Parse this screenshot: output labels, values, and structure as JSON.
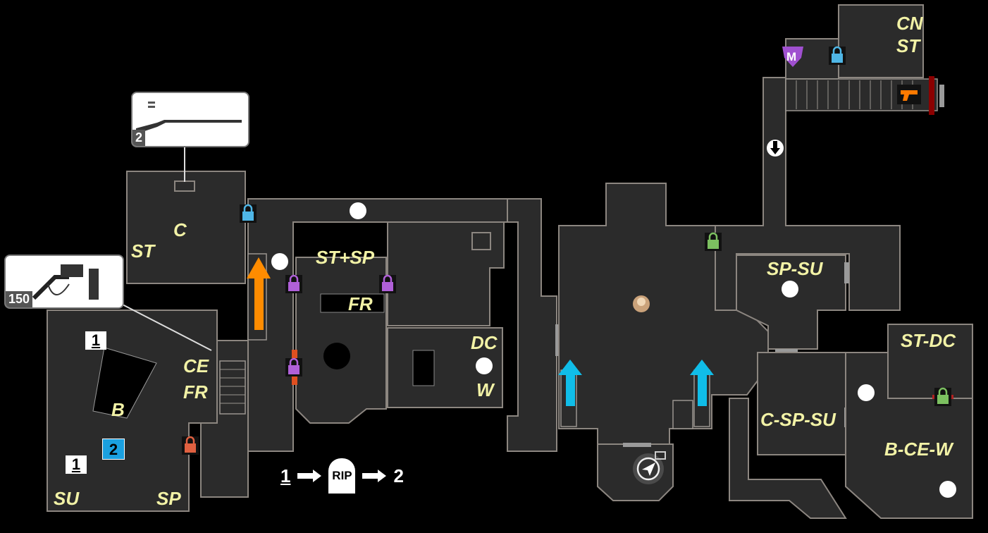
{
  "map": {
    "rooms": {
      "c_room": [
        "C",
        "ST"
      ],
      "left_room": [
        "CE",
        "FR",
        "B",
        "SU",
        "SP"
      ],
      "st_sp": "ST+SP",
      "fr": "FR",
      "dc_w": [
        "DC",
        "W"
      ],
      "sp_su": "SP-SU",
      "c_sp_su": "C-SP-SU",
      "st_dc": "ST-DC",
      "b_ce_w": "B-CE-W",
      "cn_st": [
        "CN",
        "ST"
      ]
    },
    "markers": {
      "m_icon": "M",
      "grave_first": "1",
      "grave_second": "1",
      "second": "2"
    },
    "items": {
      "shotgun_count": "2",
      "flamethrower_count": "150"
    },
    "legend": {
      "from": "1",
      "rip": "RIP",
      "to": "2"
    }
  },
  "colors": {
    "room": "#2b2b2b",
    "wall": "#8c8680",
    "label": "#f2f2a6",
    "lock_blue": "#4fb6e6",
    "lock_purple": "#b060d8",
    "lock_green": "#7cc060",
    "lock_red": "#e06040",
    "arrow_orange": "#ff8c00",
    "arrow_cyan": "#10bde8",
    "marker_blue": "#1aa0e0",
    "merchant": "#a050d0"
  }
}
